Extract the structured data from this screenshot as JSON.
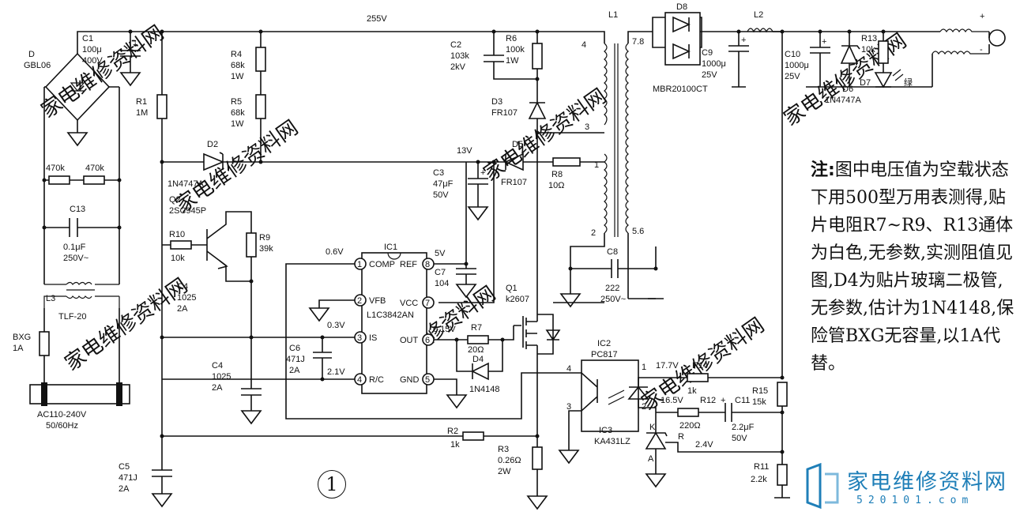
{
  "watermark": "家电维修资料网",
  "rail_voltage": "255V",
  "figure_number": "1",
  "note": {
    "heading": "注:",
    "text": "图中电压值为空载状态下用500型万用表测得,贴片电阻R7~R9、R13通体为白色,无参数,实测阻值见图,D4为贴片玻璃二极管,无参数,估计为1N4148,保险管BXG无容量,以1A代替。"
  },
  "brand": {
    "name": "家电维修资料网",
    "url": "520101.com"
  },
  "labels": {
    "d_bridge": "D",
    "d_bridge_part": "GBL06",
    "c1": "C1",
    "c1_val": "100μ",
    "c1_volt": "400V",
    "r1": "R1",
    "r1_val": "1M",
    "r4": "R4",
    "r4_val": "68k",
    "r4_pw": "1W",
    "r5": "R5",
    "r5_val": "68k",
    "r5_pw": "1W",
    "r470a": "470k",
    "r470b": "470k",
    "c13": "C13",
    "c13_val": "0.1μF",
    "c13_volt": "250V~",
    "l3": "L3",
    "tlf": "TLF-20",
    "bxg": "BXG",
    "bxg_val": "1A",
    "ac": "AC110-240V",
    "ac_hz": "50/60Hz",
    "d2": "D2",
    "d2_part": "1N4747A",
    "q2": "Q2",
    "q2_part": "2SC945P",
    "r10": "R10",
    "r10_val": "10k",
    "r9": "R9",
    "r9_val": "39k",
    "c4a": "C4",
    "c4a_val": "1025",
    "c4a_volt": "2A",
    "c4b": "C4",
    "c4b_val": "1025",
    "c4b_volt": "2A",
    "c6": "C6",
    "c6_val": "471J",
    "c6_volt": "2A",
    "c5": "C5",
    "c5_val": "471J",
    "c5_volt": "2A",
    "c2": "C2",
    "c2_val": "103k",
    "c2_volt": "2kV",
    "r6": "R6",
    "r6_val": "100k",
    "r6_pw": "1W",
    "d3": "D3",
    "d3_part": "FR107",
    "v13": "13V",
    "c3": "C3",
    "c3_val": "47μF",
    "c3_volt": "50V",
    "d5": "D5",
    "d5_part": "FR107",
    "r8": "R8",
    "r8_val": "10Ω",
    "ic1": "IC1",
    "ic1_part": "L1C3842AN",
    "p1": "COMP",
    "p2": "VFB",
    "p3": "IS",
    "p4": "R/C",
    "p5": "GND",
    "p6": "OUT",
    "p7": "VCC",
    "p8": "REF",
    "v06": "0.6V",
    "v03": "0.3V",
    "v21": "2.1V",
    "v5": "5V",
    "v015": "0.15V",
    "c7": "C7",
    "c7_val": "104",
    "q1": "Q1",
    "q1_part": "k2607",
    "r7": "R7",
    "r7_val": "20Ω",
    "d4": "D4",
    "d4_part": "1N4148",
    "r2": "R2",
    "r2_val": "1k",
    "r3": "R3",
    "r3_val": "0.26Ω",
    "r3_pw": "2W",
    "l1": "L1",
    "l1_w4": "4",
    "l1_w3": "3",
    "l1_w1": "1",
    "l1_w2": "2",
    "l1_78": "7.8",
    "l1_56": "5.6",
    "c8": "C8",
    "c8_val": "222",
    "c8_volt": "250V~",
    "d8": "D8",
    "d8_part": "MBR20100CT",
    "c9": "C9",
    "c9_val": "1000μ",
    "c9_volt": "25V",
    "l2": "L2",
    "c10": "C10",
    "c10_val": "1000μ",
    "c10_volt": "25V",
    "d6": "D6",
    "d6_part": "1N4747A",
    "r13": "R13",
    "r13_val": "10k",
    "d7": "D7",
    "d7_color": "绿",
    "out_plus": "+",
    "out_minus": "-",
    "ic2": "IC2",
    "ic2_part": "PC817",
    "ic2_p1": "1",
    "ic2_p2": "2",
    "ic2_p3": "3",
    "ic2_p4": "4",
    "v177": "17.7V",
    "r14": "R14",
    "r14_val": "1k",
    "v165": "16.5V",
    "r12": "R12",
    "r12_val": "220Ω",
    "c11": "C11",
    "c11_val": "2.2μF",
    "c11_volt": "50V",
    "r15": "R15",
    "r15_val": "15k",
    "ic3": "IC3",
    "ic3_part": "KA431LZ",
    "ic3_k": "K",
    "ic3_r": "R",
    "ic3_a": "A",
    "v24": "2.4V",
    "r11": "R11",
    "r11_val": "2.2k"
  }
}
